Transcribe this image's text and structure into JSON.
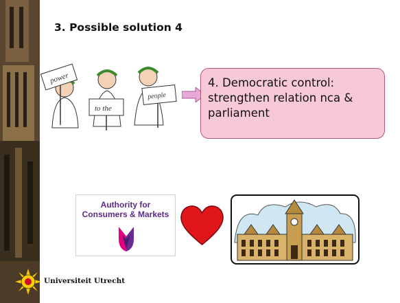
{
  "slide": {
    "title": "3. Possible solution 4",
    "callout_lines": [
      "4. Democratic control:",
      "strengthen relation nca &",
      "parliament"
    ]
  },
  "clipart_signs": {
    "sign1": "power",
    "sign2": "to the",
    "sign3": "people"
  },
  "acm_logo": {
    "line1": "Authority for",
    "line2": "Consumers & Markets"
  },
  "footer": {
    "university": "Universiteit Utrecht"
  },
  "colors": {
    "callout_fill": "#f7c9d6",
    "callout_border": "#b5566f",
    "arrow_fill": "#e7a9d8",
    "heart": "#e0161b",
    "acm_text": "#5b2a86",
    "logo_red": "#c8102e",
    "logo_yellow": "#ffcd00"
  },
  "icons": [
    "people-clipart",
    "arrow-right-icon",
    "heart-icon",
    "parliament-clipart",
    "uu-sun-logo",
    "acm-tulip-icon"
  ]
}
